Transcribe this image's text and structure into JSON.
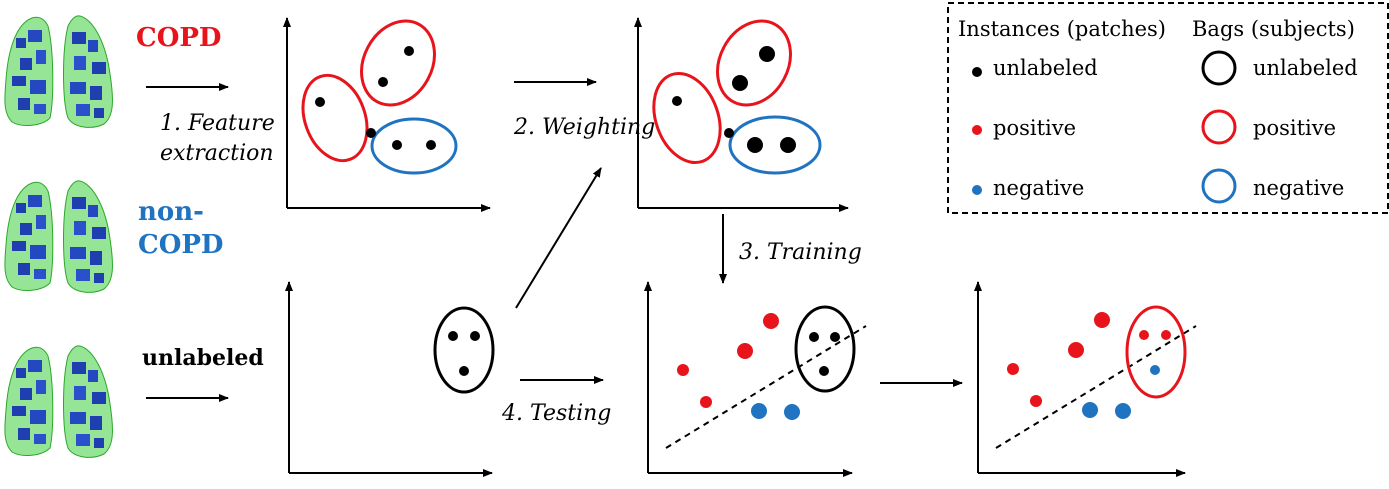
{
  "colors": {
    "red": "#e8141c",
    "blue": "#1f73c0",
    "black": "#000000",
    "lung_green": "#3fcf3f",
    "lung_blue": "#1f3fb0"
  },
  "class_labels": {
    "copd": "COPD",
    "noncopd_line1": "non-",
    "noncopd_line2": "COPD",
    "unlabeled": "unlabeled"
  },
  "steps": {
    "feature_line1": "1. Feature",
    "feature_line2": "extraction",
    "weighting": "2. Weighting",
    "training": "3. Training",
    "testing": "4. Testing"
  },
  "legend": {
    "instances_title": "Instances (patches)",
    "bags_title": "Bags (subjects)",
    "unlabeled": "unlabeled",
    "positive": "positive",
    "negative": "negative"
  },
  "lung_icons": [
    "lung-copd-icon",
    "lung-noncopd-icon",
    "lung-unlabeled-icon"
  ]
}
